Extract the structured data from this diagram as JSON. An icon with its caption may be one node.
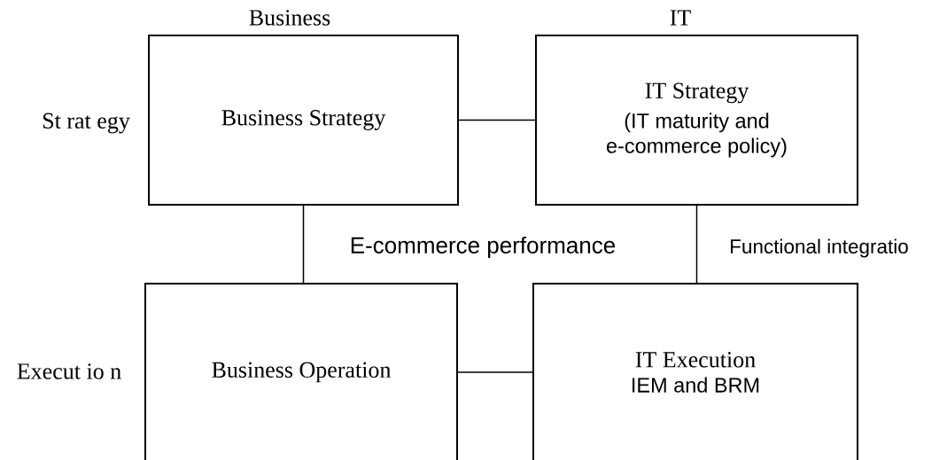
{
  "diagram": {
    "nodes": [
      {
        "text": [
          "Business Strategy"
        ]
      },
      {
        "text": [
          "IT Strategy",
          "(IT maturity and e-commerce policy)"
        ]
      },
      {
        "text": [
          "Business Operation"
        ]
      },
      {
        "text": [
          "IT Execution",
          "IEM and BRM"
        ]
      }
    ],
    "edges": [
      {
        "from": 0,
        "to": 1,
        "arrow": "none"
      },
      {
        "from": 0,
        "to": 2,
        "arrow": "none"
      },
      {
        "from": 1,
        "to": 3,
        "arrow": "none"
      },
      {
        "from": 2,
        "to": 3,
        "arrow": "none"
      }
    ],
    "labels": [
      "Business",
      "IT",
      "St rat egy",
      "E-commerce performance",
      "Functional integratio",
      "Execut io n"
    ]
  }
}
